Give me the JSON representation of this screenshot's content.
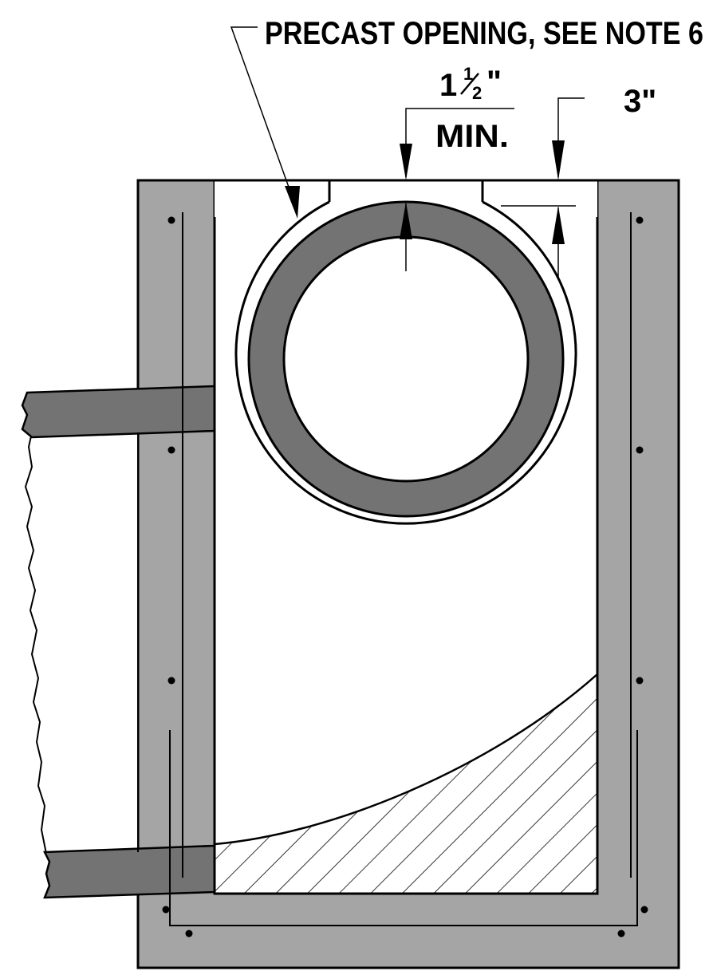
{
  "labels": {
    "precast_opening": "PRECAST OPENING, SEE NOTE 6",
    "dim_whole": "1",
    "dim_numerator": "1",
    "dim_denominator": "2",
    "dim_inch_mark": "\"",
    "dim_min": "MIN.",
    "dim_3in": "3\""
  },
  "colors": {
    "wall_fill": "#a5a5a5",
    "pipe_fill": "#737373",
    "line": "#000000",
    "background": "#ffffff"
  }
}
